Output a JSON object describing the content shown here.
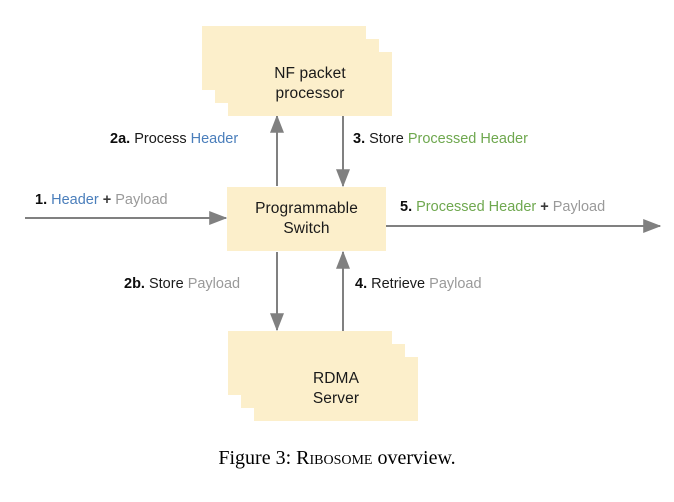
{
  "figure": {
    "caption_prefix": "Figure 3: ",
    "caption_system": "Ribosome",
    "caption_suffix": " overview."
  },
  "nodes": [
    {
      "id": "nf-packet-processor",
      "label": "NF packet\nprocessor",
      "style": "stacked",
      "fill": "#FCEFCB"
    },
    {
      "id": "programmable-switch",
      "label": "Programmable\nSwitch",
      "style": "plain",
      "fill": "#FCEFCB"
    },
    {
      "id": "rdma-server",
      "label": "RDMA\nServer",
      "style": "stacked",
      "fill": "#FCEFCB"
    }
  ],
  "edges": [
    {
      "id": "ingress",
      "step": "1.",
      "parts": [
        {
          "text": "Header",
          "color": "blue"
        },
        {
          "text": "+",
          "color": "plus"
        },
        {
          "text": "Payload",
          "color": "gray"
        }
      ],
      "direction": "right"
    },
    {
      "id": "process-header",
      "step": "2a.",
      "parts": [
        {
          "text": "Process",
          "color": "plain"
        },
        {
          "text": "Header",
          "color": "blue"
        }
      ],
      "direction": "up"
    },
    {
      "id": "store-payload",
      "step": "2b.",
      "parts": [
        {
          "text": "Store",
          "color": "plain"
        },
        {
          "text": "Payload",
          "color": "gray"
        }
      ],
      "direction": "down"
    },
    {
      "id": "store-processed-header",
      "step": "3.",
      "parts": [
        {
          "text": "Store",
          "color": "plain"
        },
        {
          "text": "Processed Header",
          "color": "green"
        }
      ],
      "direction": "down"
    },
    {
      "id": "retrieve-payload",
      "step": "4.",
      "parts": [
        {
          "text": "Retrieve",
          "color": "plain"
        },
        {
          "text": "Payload",
          "color": "gray"
        }
      ],
      "direction": "up"
    },
    {
      "id": "egress",
      "step": "5.",
      "parts": [
        {
          "text": "Processed Header",
          "color": "green"
        },
        {
          "text": "+",
          "color": "plus"
        },
        {
          "text": "Payload",
          "color": "gray"
        }
      ],
      "direction": "right"
    }
  ],
  "colors": {
    "box_fill": "#FCEFCB",
    "header_blue": "#4A7EBB",
    "processed_green": "#6FA84F",
    "payload_gray": "#9a9a9a",
    "arrow_gray": "#808080",
    "text_black": "#1a1a1a"
  }
}
